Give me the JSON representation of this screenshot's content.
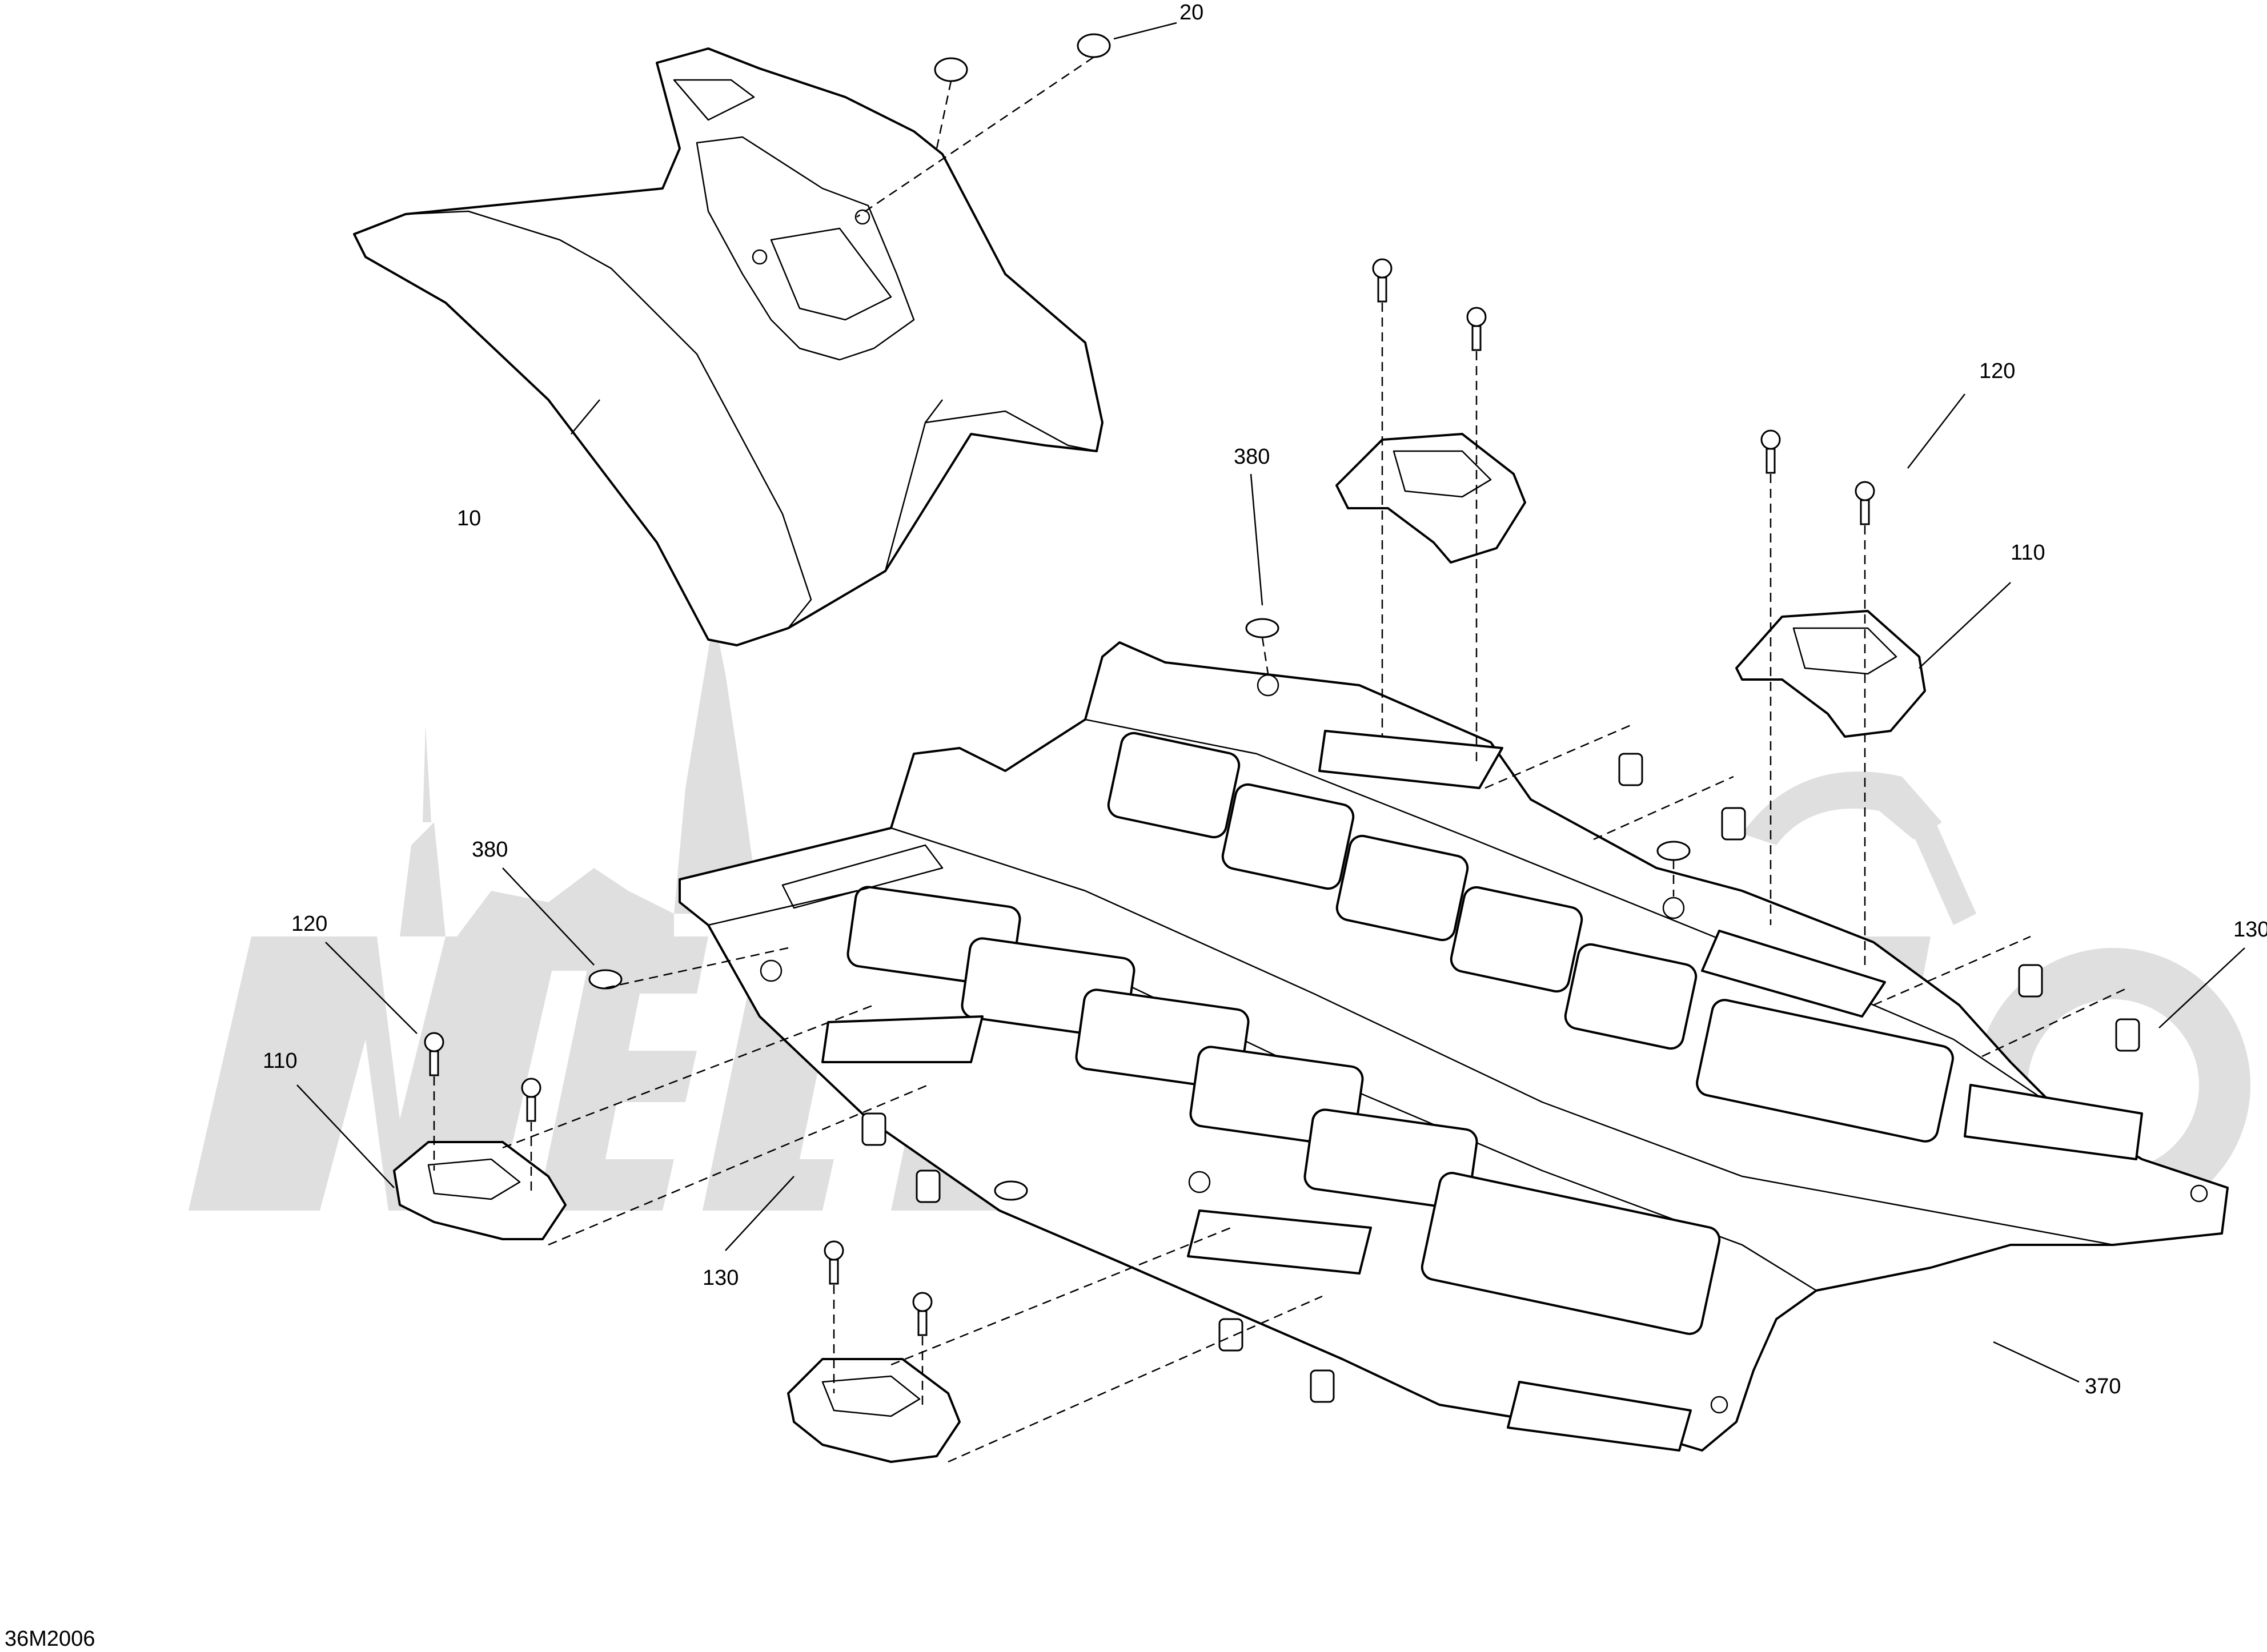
{
  "diagram": {
    "drawing_code": "36M2006",
    "callouts": {
      "c10": "10",
      "c20": "20",
      "c110_left": "110",
      "c110_right": "110",
      "c120_left": "120",
      "c120_right": "120",
      "c130_left": "130",
      "c130_right": "130",
      "c370": "370",
      "c380_left": "380",
      "c380_mid": "380"
    },
    "watermark_icon": "city-skyline-and-motorcycle-logo"
  }
}
